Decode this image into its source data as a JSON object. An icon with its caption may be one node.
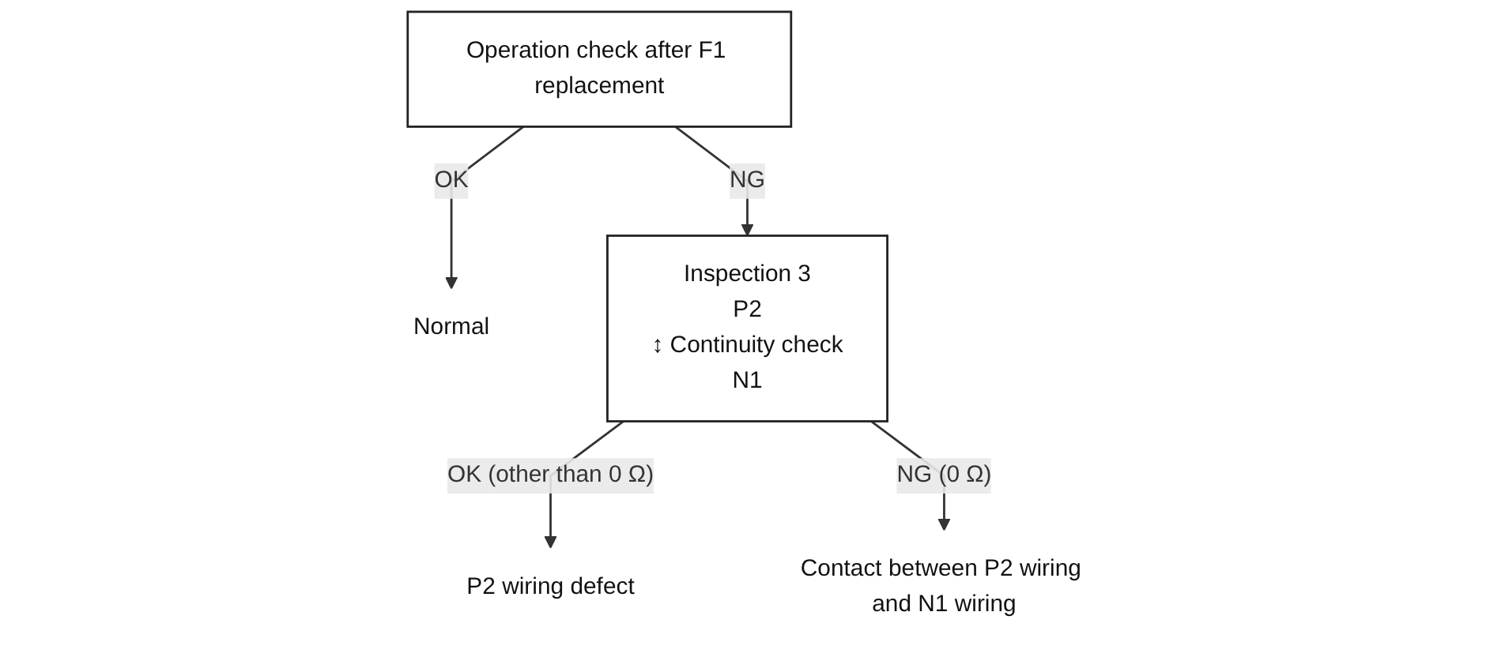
{
  "diagram": {
    "nodes": [
      {
        "text": [
          "Operation check after F1 replacement"
        ]
      },
      {
        "text": [
          "Normal"
        ]
      },
      {
        "text": [
          "Inspection 3",
          "P2",
          "↕ Continuity check",
          "N1"
        ]
      },
      {
        "text": [
          "P2 wiring defect"
        ]
      },
      {
        "text": [
          "Contact between P2 wiring and N1 wiring"
        ]
      }
    ],
    "edges": [
      {
        "from": 0,
        "to": 1,
        "arrow": "to",
        "label": "OK"
      },
      {
        "from": 0,
        "to": 2,
        "arrow": "to",
        "label": "NG"
      },
      {
        "from": 2,
        "to": 3,
        "arrow": "to",
        "label": "OK (other than 0 Ω)"
      },
      {
        "from": 2,
        "to": 4,
        "arrow": "to",
        "label": "NG (0 Ω)"
      }
    ]
  }
}
